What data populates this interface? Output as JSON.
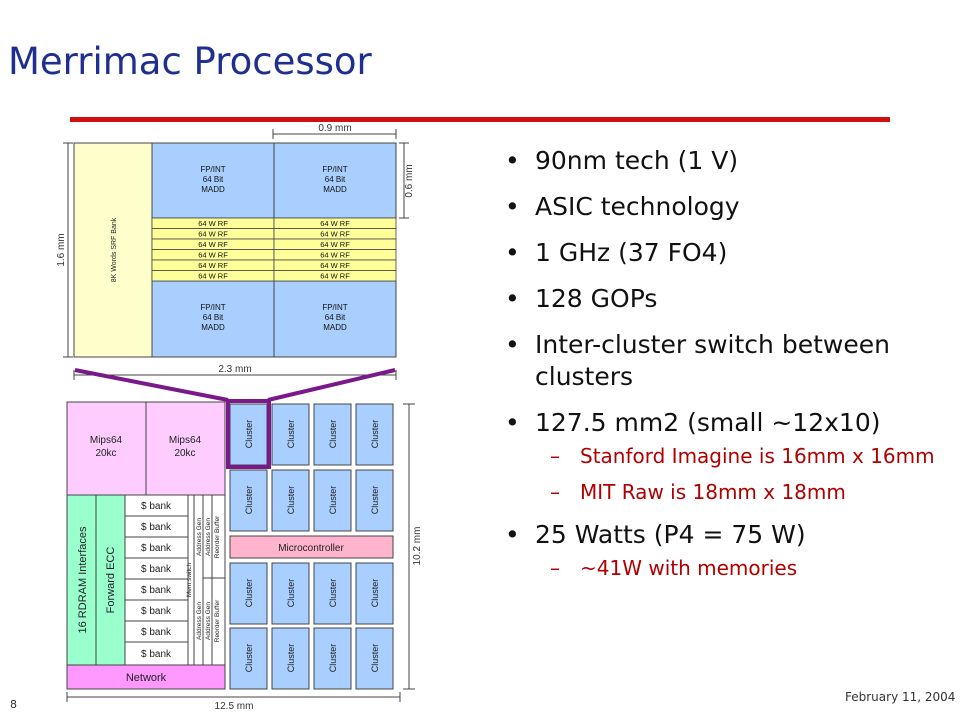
{
  "slide": {
    "title": "Merrimac Processor",
    "page_number": "8",
    "date": "February 11, 2004"
  },
  "bullets": [
    {
      "text": "90nm tech (1 V)"
    },
    {
      "text": "ASIC technology"
    },
    {
      "text": "1 GHz (37 FO4)"
    },
    {
      "text": "128 GOPs"
    },
    {
      "text": "Inter-cluster switch between clusters"
    },
    {
      "text": "127.5 mm2 (small ~12x10)",
      "sub": [
        "Stanford Imagine is 16mm x 16mm",
        "MIT Raw is 18mm x 18mm"
      ]
    },
    {
      "text": "25 Watts (P4 = 75 W)",
      "sub": [
        "~41W with memories"
      ]
    }
  ],
  "cluster_diagram": {
    "dim_top": "0.9 mm",
    "dim_right": "0.6 mm",
    "dim_left": "1.6 mm",
    "dim_bottom": "2.3 mm",
    "srf_bank": "8K Words SRF Bank",
    "fp_unit": [
      "FP/INT",
      "64 Bit",
      "MADD"
    ],
    "rf_label": "64 W RF"
  },
  "chip_diagram": {
    "mips": [
      "Mips64",
      "20kc"
    ],
    "rdram": "16 RDRAM Interfaces",
    "ecc": "Forward ECC",
    "cache_bank": "$ bank",
    "mem_switch": "Mem switch",
    "address_gen": "Address Gen",
    "reorder_buffer": "Reorder Buffer",
    "network": "Network",
    "cluster": "Cluster",
    "microcontroller": "Microcontroller",
    "dim_right": "10.2 mm",
    "dim_bottom": "12.5 mm"
  },
  "colors": {
    "title": "#1f2f8f",
    "rule": "#d01010",
    "sub_bullet": "#b00000",
    "fp_unit": "#a8cfff",
    "rf": "#ffff99",
    "srf": "#ffffcc",
    "mips": "#ffccff",
    "rdram": "#99ffcc",
    "switch": "#ff99ff",
    "microcontroller": "#ffb3cc",
    "highlight": "#7a1a8a"
  }
}
